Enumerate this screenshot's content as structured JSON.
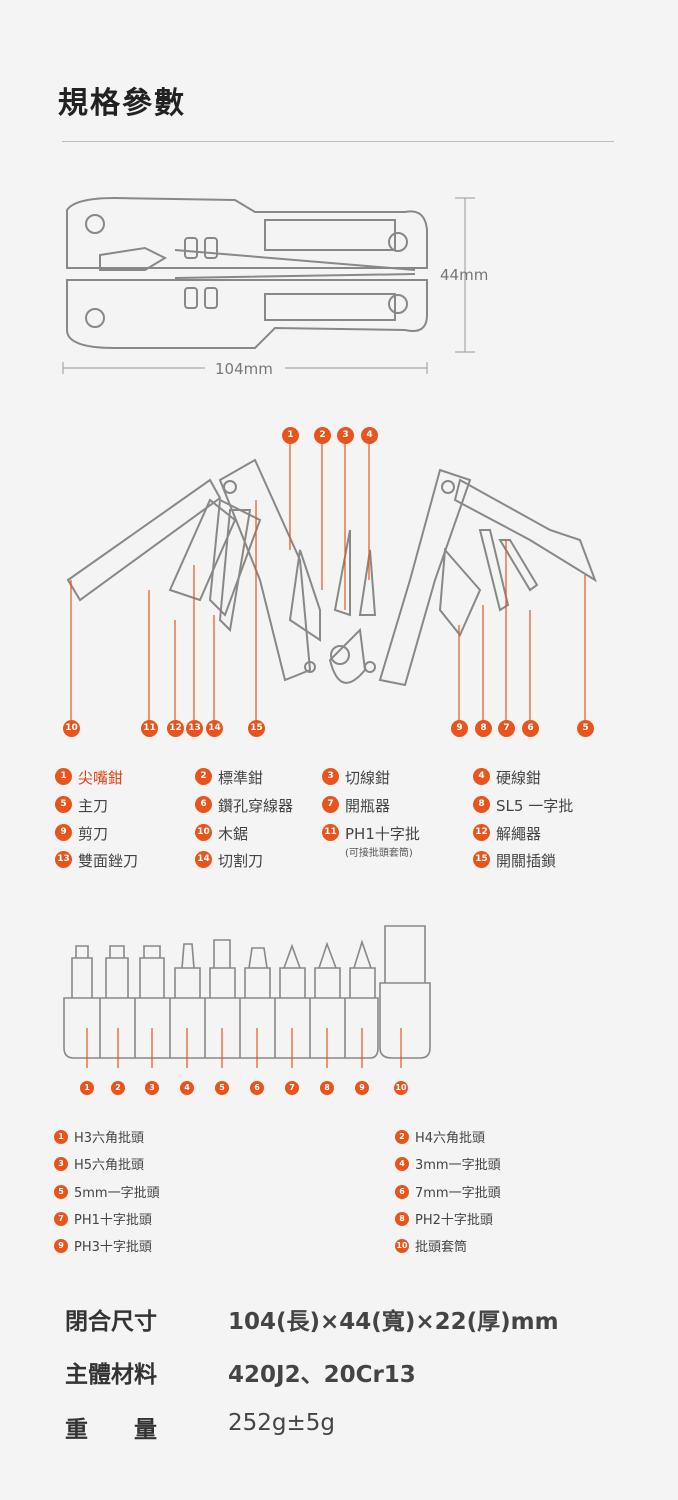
{
  "title": "規格參數",
  "dimensions": {
    "height": "44mm",
    "length": "104mm"
  },
  "tools": [
    {
      "n": "1",
      "label": "尖嘴鉗"
    },
    {
      "n": "2",
      "label": "標準鉗"
    },
    {
      "n": "3",
      "label": "切線鉗"
    },
    {
      "n": "4",
      "label": "硬線鉗"
    },
    {
      "n": "5",
      "label": "主刀"
    },
    {
      "n": "6",
      "label": "鑽孔穿線器"
    },
    {
      "n": "7",
      "label": "開瓶器"
    },
    {
      "n": "8",
      "label": "SL5 一字批"
    },
    {
      "n": "9",
      "label": "剪刀"
    },
    {
      "n": "10",
      "label": "木鋸"
    },
    {
      "n": "11",
      "label": "PH1十字批",
      "note": "(可接批頭套筒)"
    },
    {
      "n": "12",
      "label": "解繩器"
    },
    {
      "n": "13",
      "label": "雙面銼刀"
    },
    {
      "n": "14",
      "label": "切割刀"
    },
    {
      "n": "15",
      "label": "開關插鎖"
    }
  ],
  "bits": [
    {
      "n": "1",
      "label": "H3六角批頭"
    },
    {
      "n": "2",
      "label": "H4六角批頭"
    },
    {
      "n": "3",
      "label": "H5六角批頭"
    },
    {
      "n": "4",
      "label": "3mm一字批頭"
    },
    {
      "n": "5",
      "label": "5mm一字批頭"
    },
    {
      "n": "6",
      "label": "7mm一字批頭"
    },
    {
      "n": "7",
      "label": "PH1十字批頭"
    },
    {
      "n": "8",
      "label": "PH2十字批頭"
    },
    {
      "n": "9",
      "label": "PH3十字批頭"
    },
    {
      "n": "10",
      "label": "批頭套筒"
    }
  ],
  "specs": [
    {
      "label": "閉合尺寸",
      "value": "104(長)×44(寬)×22(厚)mm"
    },
    {
      "label": "主體材料",
      "value": "420J2、20Cr13"
    },
    {
      "label": "重　　量",
      "value": "252g±5g"
    }
  ],
  "colors": {
    "accent": "#e8541c"
  }
}
